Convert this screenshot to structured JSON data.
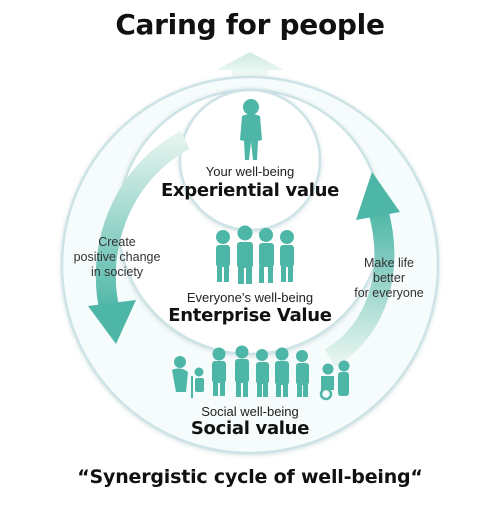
{
  "title": "Caring for people",
  "caption": "“Synergistic cycle of well-being“",
  "layers": {
    "experiential": {
      "subtitle": "Your well-being",
      "heading": "Experiential value"
    },
    "enterprise": {
      "subtitle": "Everyone’s well-being",
      "heading": "Enterprise Value"
    },
    "social": {
      "subtitle": "Social well-being",
      "heading": "Social value"
    }
  },
  "arrows": {
    "left": {
      "line1": "Create",
      "line2": "positive change",
      "line3": "in society"
    },
    "right": {
      "line1": "Make life",
      "line2": "better",
      "line3": "for everyone"
    }
  },
  "icons": {
    "top": "person-silhouette-icon",
    "middle": "group-of-people-icon",
    "bottom": "community-people-icon"
  },
  "colors": {
    "accent": "#4db6a6",
    "arrow_light": "#d3eee6",
    "ring": "#cde3e6",
    "ring_fill": "#f6fbfb",
    "text": "#111111"
  }
}
